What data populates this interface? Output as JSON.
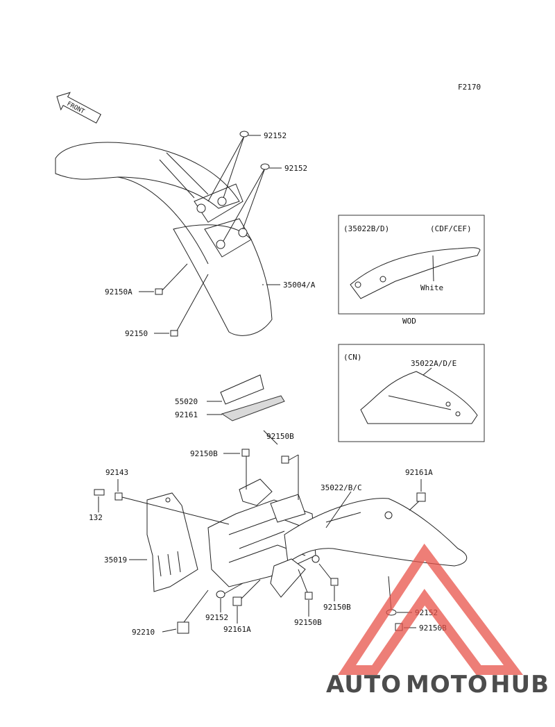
{
  "diagram": {
    "code": "F2170",
    "front_arrow": "FRONT",
    "labels": {
      "p92152_a": "92152",
      "p92152_b": "92152",
      "p35004": "35004/A",
      "p92150A": "92150A",
      "p92150": "92150",
      "p55020": "55020",
      "p92161": "92161",
      "p92150B_a": "92150B",
      "p92150B_b": "92150B",
      "p92143": "92143",
      "p132": "132",
      "p35022bc": "35022/B/C",
      "p92161A_a": "92161A",
      "p35019": "35019",
      "p92152_c": "92152",
      "p92161A_b": "92161A",
      "p92150B_c": "92150B",
      "p92150B_d": "92150B",
      "p92152_d": "92152",
      "p92150B_e": "92150B",
      "p92210": "92210"
    },
    "inset_wod": {
      "variant": "(35022B/D)",
      "market": "(CDF/CEF)",
      "color_note": "White",
      "caption": "WOD"
    },
    "inset_cn": {
      "market": "(CN)",
      "part": "35022A/D/E"
    }
  },
  "watermark": {
    "part1": "AUTO",
    "part2": "MOTO",
    "part3": "HUB",
    "color1": "#f5a623",
    "color2": "#e8534a",
    "color3": "#6b6b6b",
    "triangle_color": "#e8534a"
  }
}
